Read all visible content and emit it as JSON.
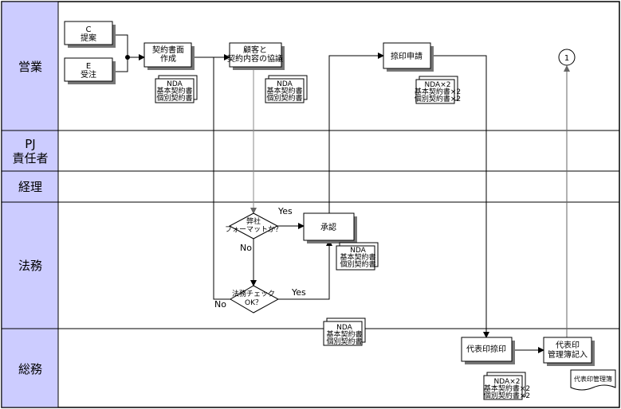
{
  "lanes": [
    {
      "id": "sales",
      "label_lines": [
        "営業"
      ]
    },
    {
      "id": "pj",
      "label_lines": [
        "PJ",
        "責任者"
      ]
    },
    {
      "id": "accounting",
      "label_lines": [
        "経理"
      ]
    },
    {
      "id": "legal",
      "label_lines": [
        "法務"
      ]
    },
    {
      "id": "general",
      "label_lines": [
        "総務"
      ]
    }
  ],
  "processes": [
    {
      "id": "proposal",
      "lines": [
        "C",
        "提案"
      ]
    },
    {
      "id": "order",
      "lines": [
        "E",
        "受注"
      ]
    },
    {
      "id": "draft",
      "lines": [
        "契約書面",
        "作成"
      ]
    },
    {
      "id": "negotiate",
      "lines": [
        "顧客と",
        "契約内容の協議"
      ]
    },
    {
      "id": "approve",
      "lines": [
        "承認"
      ]
    },
    {
      "id": "seal_request",
      "lines": [
        "捺印申請"
      ]
    },
    {
      "id": "seal_press",
      "lines": [
        "代表印捺印"
      ]
    },
    {
      "id": "seal_log",
      "lines": [
        "代表印",
        "管理簿記入"
      ]
    }
  ],
  "decisions": [
    {
      "id": "own_format",
      "lines": [
        "弊社",
        "フォーマットか？"
      ]
    },
    {
      "id": "legal_check",
      "lines": [
        "法務チェック",
        "OK？"
      ]
    }
  ],
  "documents": [
    {
      "id": "doc1",
      "lines": [
        "NDA",
        "基本契約書",
        "個別契約書"
      ]
    },
    {
      "id": "doc2",
      "lines": [
        "NDA",
        "基本契約書",
        "個別契約書"
      ]
    },
    {
      "id": "doc3",
      "lines": [
        "NDA×2",
        "基本契約書×2",
        "個別契約書×2"
      ]
    },
    {
      "id": "doc4",
      "lines": [
        "NDA",
        "基本契約書",
        "個別契約書"
      ]
    },
    {
      "id": "doc5",
      "lines": [
        "NDA",
        "基本契約書",
        "個別契約書"
      ]
    },
    {
      "id": "doc6",
      "lines": [
        "NDA×2",
        "基本契約書×2",
        "個別契約書×2"
      ]
    },
    {
      "id": "doc_ledger",
      "lines": [
        "代表印管理簿"
      ]
    }
  ],
  "connector": {
    "label": "1"
  },
  "edge_labels": {
    "yes": "Yes",
    "no": "No"
  }
}
